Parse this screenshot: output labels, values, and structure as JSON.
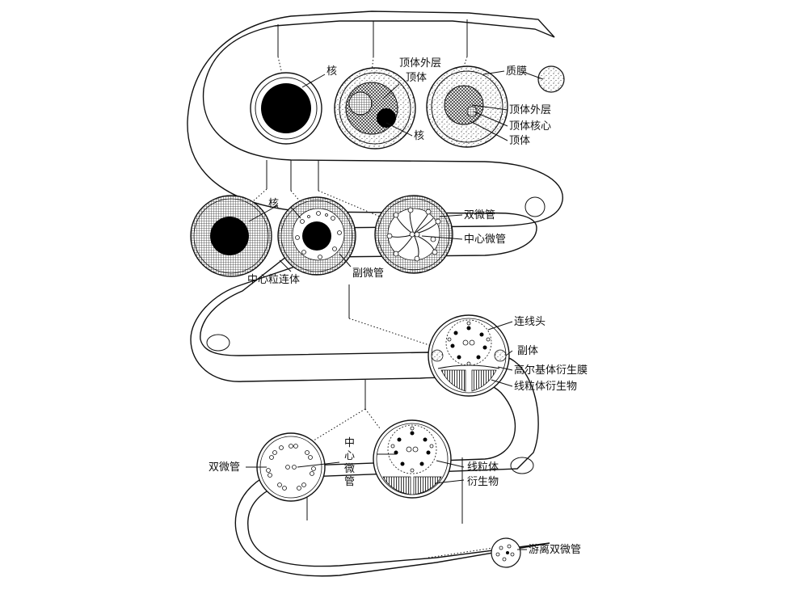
{
  "labels": {
    "nucleus_1": "核",
    "acrosome_outer_1": "顶体外层",
    "acrosome_1": "顶体",
    "nucleus_2": "核",
    "plasma_membrane": "质膜",
    "acrosome_outer_2": "顶体外层",
    "acrosome_core": "顶体核心",
    "acrosome_2": "顶体",
    "nucleus_3": "核",
    "doublet_1": "双微管",
    "central_1": "中心微管",
    "accessory": "副微管",
    "centriole_adjunct": "中心粒连体",
    "connecting_head": "连线头",
    "accessory_body": "副体",
    "golgi_membrane": "高尔基体衍生膜",
    "mito_derivative_1": "线粒体衍生物",
    "central_2_c1": "中",
    "central_2_c2": "心",
    "central_2_c3": "微",
    "central_2_c4": "管",
    "doublet_2": "双微管",
    "mito_2_line1": "线粒体",
    "mito_2_line2": "衍生物",
    "free_doublet": "游离双微管"
  },
  "colors": {
    "ink": "#111111",
    "paper": "#ffffff"
  }
}
